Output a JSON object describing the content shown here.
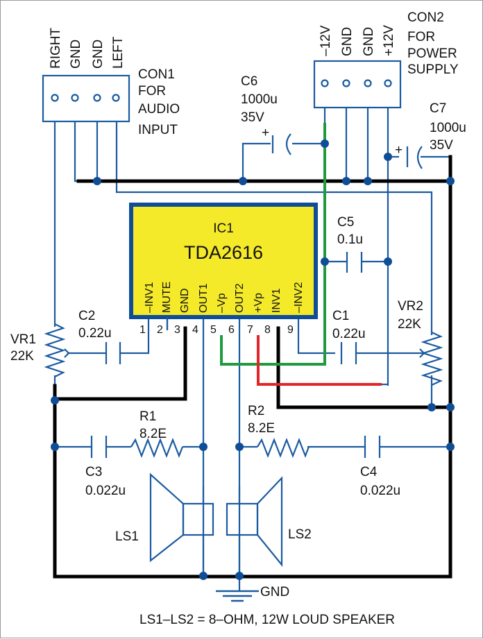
{
  "diagram": {
    "title_note": "LS1–LS2 = 8–OHM, 12W LOUD SPEAKER",
    "colors": {
      "wire": "#1a5aa0",
      "ground_bus": "#000000",
      "negative_supply": "#1f9a3f",
      "positive_supply": "#e0262b",
      "ic_fill": "#f4ea2a",
      "ic_border": "#0f4d96"
    },
    "con1": {
      "name": "CON1",
      "desc": [
        "FOR",
        "AUDIO",
        "INPUT"
      ],
      "pins": [
        "RIGHT",
        "GND",
        "GND",
        "LEFT"
      ]
    },
    "con2": {
      "name": "CON2",
      "desc": [
        "FOR",
        "POWER",
        "SUPPLY"
      ],
      "pins": [
        "–12V",
        "GND",
        "GND",
        "+12V"
      ]
    },
    "ic1": {
      "ref": "IC1",
      "part": "TDA2616",
      "pins": [
        {
          "num": "1",
          "name": "–INV1"
        },
        {
          "num": "2",
          "name": "MUTE"
        },
        {
          "num": "3",
          "name": "GND"
        },
        {
          "num": "4",
          "name": "OUT1"
        },
        {
          "num": "5",
          "name": "–Vp"
        },
        {
          "num": "6",
          "name": "OUT2"
        },
        {
          "num": "7",
          "name": "+Vp"
        },
        {
          "num": "8",
          "name": "INV1"
        },
        {
          "num": "9",
          "name": "–INV2"
        }
      ]
    },
    "components": {
      "c1": {
        "ref": "C1",
        "value": "0.22u"
      },
      "c2": {
        "ref": "C2",
        "value": "0.22u"
      },
      "c3": {
        "ref": "C3",
        "value": "0.022u"
      },
      "c4": {
        "ref": "C4",
        "value": "0.022u"
      },
      "c5": {
        "ref": "C5",
        "value": "0.1u"
      },
      "c6": {
        "ref": "C6",
        "value": "1000u",
        "voltage": "35V"
      },
      "c7": {
        "ref": "C7",
        "value": "1000u",
        "voltage": "35V"
      },
      "r1": {
        "ref": "R1",
        "value": "8.2E"
      },
      "r2": {
        "ref": "R2",
        "value": "8.2E"
      },
      "vr1": {
        "ref": "VR1",
        "value": "22K"
      },
      "vr2": {
        "ref": "VR2",
        "value": "22K"
      },
      "ls1": {
        "ref": "LS1"
      },
      "ls2": {
        "ref": "LS2"
      },
      "gnd": {
        "label": "GND"
      }
    },
    "polarity_plus": "+"
  }
}
